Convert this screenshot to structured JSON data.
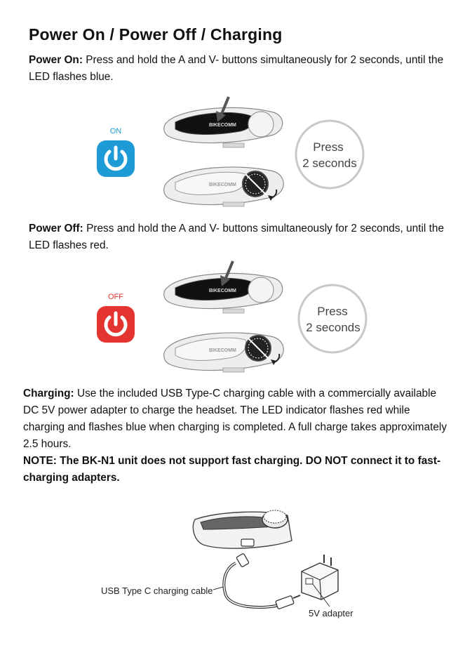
{
  "title": "Power On / Power Off / Charging",
  "power_on": {
    "label": "Power On:",
    "text": " Press and hold the A and V- buttons simultaneously for 2 seconds, until the LED flashes blue.",
    "badge": "ON",
    "press_line1": "Press",
    "press_line2": "2 seconds"
  },
  "power_off": {
    "label": "Power Off:",
    "text": " Press and hold the A and V- buttons simultaneously for 2 seconds, until the LED flashes red.",
    "badge": "OFF",
    "press_line1": "Press",
    "press_line2": "2 seconds"
  },
  "charging": {
    "label": "Charging:",
    "text": " Use the included USB Type-C charging cable with a commercially available DC 5V power adapter to charge the headset. The LED indicator flashes red while charging and flashes blue when charging is completed. A full charge takes approximately 2.5 hours.",
    "note": "NOTE: The BK-N1 unit does not support fast charging. DO NOT connect it to fast-charging adapters.",
    "cable_label": "USB Type C charging cable",
    "adapter_label": "5V adapter"
  },
  "device_brand": "BIKECOMM",
  "colors": {
    "on_blue": "#1e9ad6",
    "off_red": "#e3342f",
    "circle_border": "#c8c8c8"
  },
  "icons": {
    "power": "power-icon",
    "press_arrow": "press-arrow-icon",
    "rotate": "rotate-arrow-icon"
  }
}
